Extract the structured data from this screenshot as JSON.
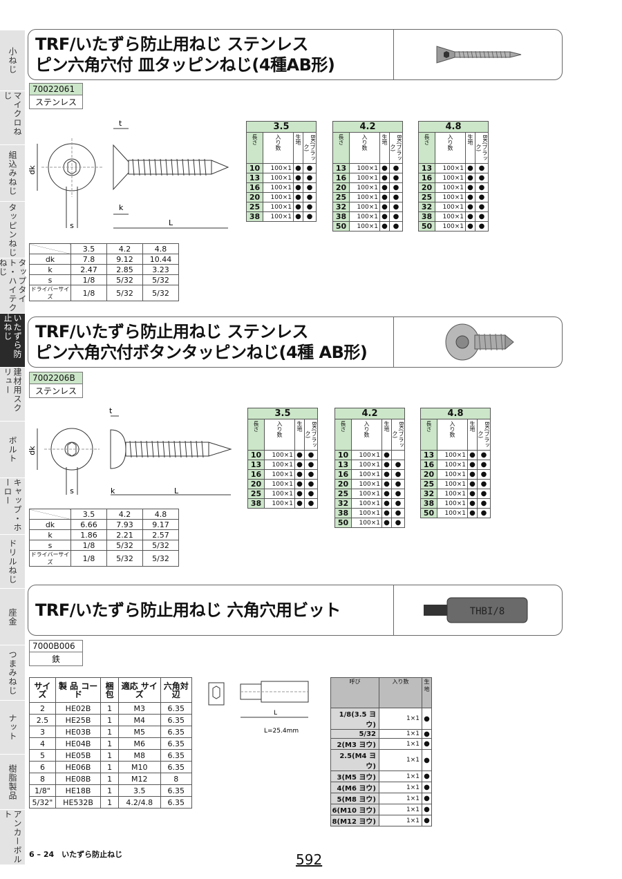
{
  "side_tabs": [
    {
      "label": "小ねじ",
      "h": 88
    },
    {
      "label": "マイクロねじ",
      "h": 78
    },
    {
      "label": "組込みねじ",
      "h": 82
    },
    {
      "label": "タッピンねじ",
      "h": 82
    },
    {
      "label": "タップタイト・ハイテクねじ",
      "h": 80
    },
    {
      "label": "いたずら防止ねじ",
      "h": 78,
      "active": true
    },
    {
      "label": "建材用スクリュー",
      "h": 78
    },
    {
      "label": "ボルト",
      "h": 82
    },
    {
      "label": "キャップ・ホーロー",
      "h": 82
    },
    {
      "label": "ドリルねじ",
      "h": 78
    },
    {
      "label": "座金",
      "h": 82
    },
    {
      "label": "つまみねじ",
      "h": 80
    },
    {
      "label": "ナット",
      "h": 78
    },
    {
      "label": "樹脂製品",
      "h": 80
    },
    {
      "label": "アンカーボルト",
      "h": 80
    }
  ],
  "section1": {
    "title_line1": "TRF/いたずら防止用ねじ ステンレス",
    "title_line2": "ピン六角穴付 皿タッピンねじ(4種AB形)",
    "code": "70022061",
    "material": "ステンレス",
    "dim_headers": [
      "",
      "3.5",
      "4.2",
      "4.8"
    ],
    "dim_rows": [
      [
        "dk",
        "7.8",
        "9.12",
        "10.44"
      ],
      [
        "k",
        "2.47",
        "2.85",
        "3.23"
      ],
      [
        "s",
        "1/8",
        "5/32",
        "5/32"
      ],
      [
        "ドライバーサイズ",
        "1/8",
        "5/32",
        "5/32"
      ]
    ],
    "spec_tables": [
      {
        "size": "3.5",
        "rows": [
          [
            "10",
            "100×1",
            "●",
            "●"
          ],
          [
            "13",
            "100×1",
            "●",
            "●"
          ],
          [
            "16",
            "100×1",
            "●",
            "●"
          ],
          [
            "20",
            "100×1",
            "●",
            "●"
          ],
          [
            "25",
            "100×1",
            "●",
            "●"
          ],
          [
            "38",
            "100×1",
            "●",
            "●"
          ]
        ]
      },
      {
        "size": "4.2",
        "rows": [
          [
            "13",
            "100×1",
            "●",
            "●"
          ],
          [
            "16",
            "100×1",
            "●",
            "●"
          ],
          [
            "20",
            "100×1",
            "●",
            "●"
          ],
          [
            "25",
            "100×1",
            "●",
            "●"
          ],
          [
            "32",
            "100×1",
            "●",
            "●"
          ],
          [
            "38",
            "100×1",
            "●",
            "●"
          ],
          [
            "50",
            "100×1",
            "●",
            "●"
          ]
        ]
      },
      {
        "size": "4.8",
        "rows": [
          [
            "13",
            "100×1",
            "●",
            "●"
          ],
          [
            "16",
            "100×1",
            "●",
            "●"
          ],
          [
            "20",
            "100×1",
            "●",
            "●"
          ],
          [
            "25",
            "100×1",
            "●",
            "●"
          ],
          [
            "32",
            "100×1",
            "●",
            "●"
          ],
          [
            "38",
            "100×1",
            "●",
            "●"
          ],
          [
            "50",
            "100×1",
            "●",
            "●"
          ]
        ]
      }
    ]
  },
  "section2": {
    "title_line1": "TRF/いたずら防止用ねじ ステンレス",
    "title_line2": "ピン六角穴付ボタンタッピンねじ(4種 AB形)",
    "code": "7002206B",
    "material": "ステンレス",
    "dim_headers": [
      "",
      "3.5",
      "4.2",
      "4.8"
    ],
    "dim_rows": [
      [
        "dk",
        "6.66",
        "7.93",
        "9.17"
      ],
      [
        "k",
        "1.86",
        "2.21",
        "2.57"
      ],
      [
        "s",
        "1/8",
        "5/32",
        "5/32"
      ],
      [
        "ドライバーサイズ",
        "1/8",
        "5/32",
        "5/32"
      ]
    ],
    "spec_tables": [
      {
        "size": "3.5",
        "rows": [
          [
            "10",
            "100×1",
            "●",
            "●"
          ],
          [
            "13",
            "100×1",
            "●",
            "●"
          ],
          [
            "16",
            "100×1",
            "●",
            "●"
          ],
          [
            "20",
            "100×1",
            "●",
            "●"
          ],
          [
            "25",
            "100×1",
            "●",
            "●"
          ],
          [
            "38",
            "100×1",
            "●",
            "●"
          ]
        ]
      },
      {
        "size": "4.2",
        "rows": [
          [
            "10",
            "100×1",
            "●",
            ""
          ],
          [
            "13",
            "100×1",
            "●",
            "●"
          ],
          [
            "16",
            "100×1",
            "●",
            "●"
          ],
          [
            "20",
            "100×1",
            "●",
            "●"
          ],
          [
            "25",
            "100×1",
            "●",
            "●"
          ],
          [
            "32",
            "100×1",
            "●",
            "●"
          ],
          [
            "38",
            "100×1",
            "●",
            "●"
          ],
          [
            "50",
            "100×1",
            "●",
            "●"
          ]
        ]
      },
      {
        "size": "4.8",
        "rows": [
          [
            "13",
            "100×1",
            "●",
            "●"
          ],
          [
            "16",
            "100×1",
            "●",
            "●"
          ],
          [
            "20",
            "100×1",
            "●",
            "●"
          ],
          [
            "25",
            "100×1",
            "●",
            "●"
          ],
          [
            "32",
            "100×1",
            "●",
            "●"
          ],
          [
            "38",
            "100×1",
            "●",
            "●"
          ],
          [
            "50",
            "100×1",
            "●",
            "●"
          ]
        ]
      }
    ]
  },
  "spec_header": {
    "length": "長さ",
    "qty": "入り数",
    "plain": "生地",
    "black": "BK(ブラック)"
  },
  "section3": {
    "title": "TRF/いたずら防止用ねじ 六角穴用ビット",
    "code": "7000B006",
    "material": "鉄",
    "bit_image_label": "THBI/8",
    "headers": [
      "サイズ",
      "製 品 コード",
      "梱包",
      "適応 サイズ",
      "六角対辺"
    ],
    "rows": [
      [
        "2",
        "HE02B",
        "1",
        "M3",
        "6.35"
      ],
      [
        "2.5",
        "HE25B",
        "1",
        "M4",
        "6.35"
      ],
      [
        "3",
        "HE03B",
        "1",
        "M5",
        "6.35"
      ],
      [
        "4",
        "HE04B",
        "1",
        "M6",
        "6.35"
      ],
      [
        "5",
        "HE05B",
        "1",
        "M8",
        "6.35"
      ],
      [
        "6",
        "HE06B",
        "1",
        "M10",
        "6.35"
      ],
      [
        "8",
        "HE08B",
        "1",
        "M12",
        "8"
      ],
      [
        "1/8\"",
        "HE18B",
        "1",
        "3.5",
        "6.35"
      ],
      [
        "5/32\"",
        "HE532B",
        "1",
        "4.2/4.8",
        "6.35"
      ]
    ],
    "diagram_label": "L=25.4mm",
    "sel_header": {
      "name": "呼び",
      "qty": "入り数",
      "plain": "生地"
    },
    "sel_rows": [
      [
        "1/8(3.5 ヨウ)",
        "1×1",
        "●"
      ],
      [
        "5/32",
        "1×1",
        "●"
      ],
      [
        "2(M3 ヨウ)",
        "1×1",
        "●"
      ],
      [
        "2.5(M4 ヨウ)",
        "1×1",
        "●"
      ],
      [
        "3(M5 ヨウ)",
        "1×1",
        "●"
      ],
      [
        "4(M6 ヨウ)",
        "1×1",
        "●"
      ],
      [
        "5(M8 ヨウ)",
        "1×1",
        "●"
      ],
      [
        "6(M10 ヨウ)",
        "1×1",
        "●"
      ],
      [
        "8(M12 ヨウ)",
        "1×1",
        "●"
      ]
    ]
  },
  "footer": {
    "section": "6 – 24　いたずら防止ねじ",
    "page": "592"
  }
}
